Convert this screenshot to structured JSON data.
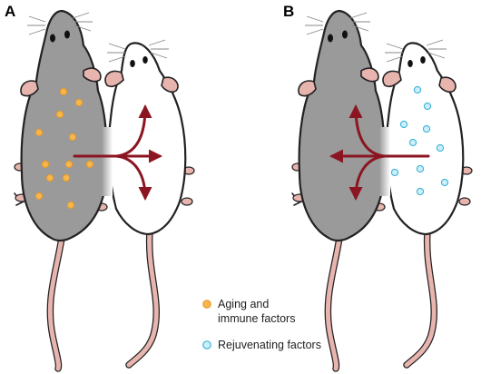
{
  "panels": [
    {
      "label": "A",
      "flow_direction": "old-to-young",
      "dot_kind": "aging"
    },
    {
      "label": "B",
      "flow_direction": "young-to-old",
      "dot_kind": "rejuvenating"
    }
  ],
  "legend": {
    "aging_line1": "Aging and",
    "aging_line2": "immune factors",
    "rejuvenating": "Rejuvenating factors"
  },
  "colors": {
    "old_mouse_body": "#9a9a9a",
    "young_mouse_body": "#ffffff",
    "outline": "#222222",
    "ear_tail_pink": "#e8b4ae",
    "arrow": "#8b1520",
    "aging_dot": "#f6b74f",
    "aging_dot_stroke": "#e89a2a",
    "rejuvenating_dot": "#cdeffa",
    "rejuvenating_dot_stroke": "#3bb3d8"
  },
  "icons": [
    "old-mouse-icon",
    "young-mouse-icon",
    "flow-arrow-icon",
    "aging-dot-icon",
    "rejuvenating-dot-icon"
  ]
}
